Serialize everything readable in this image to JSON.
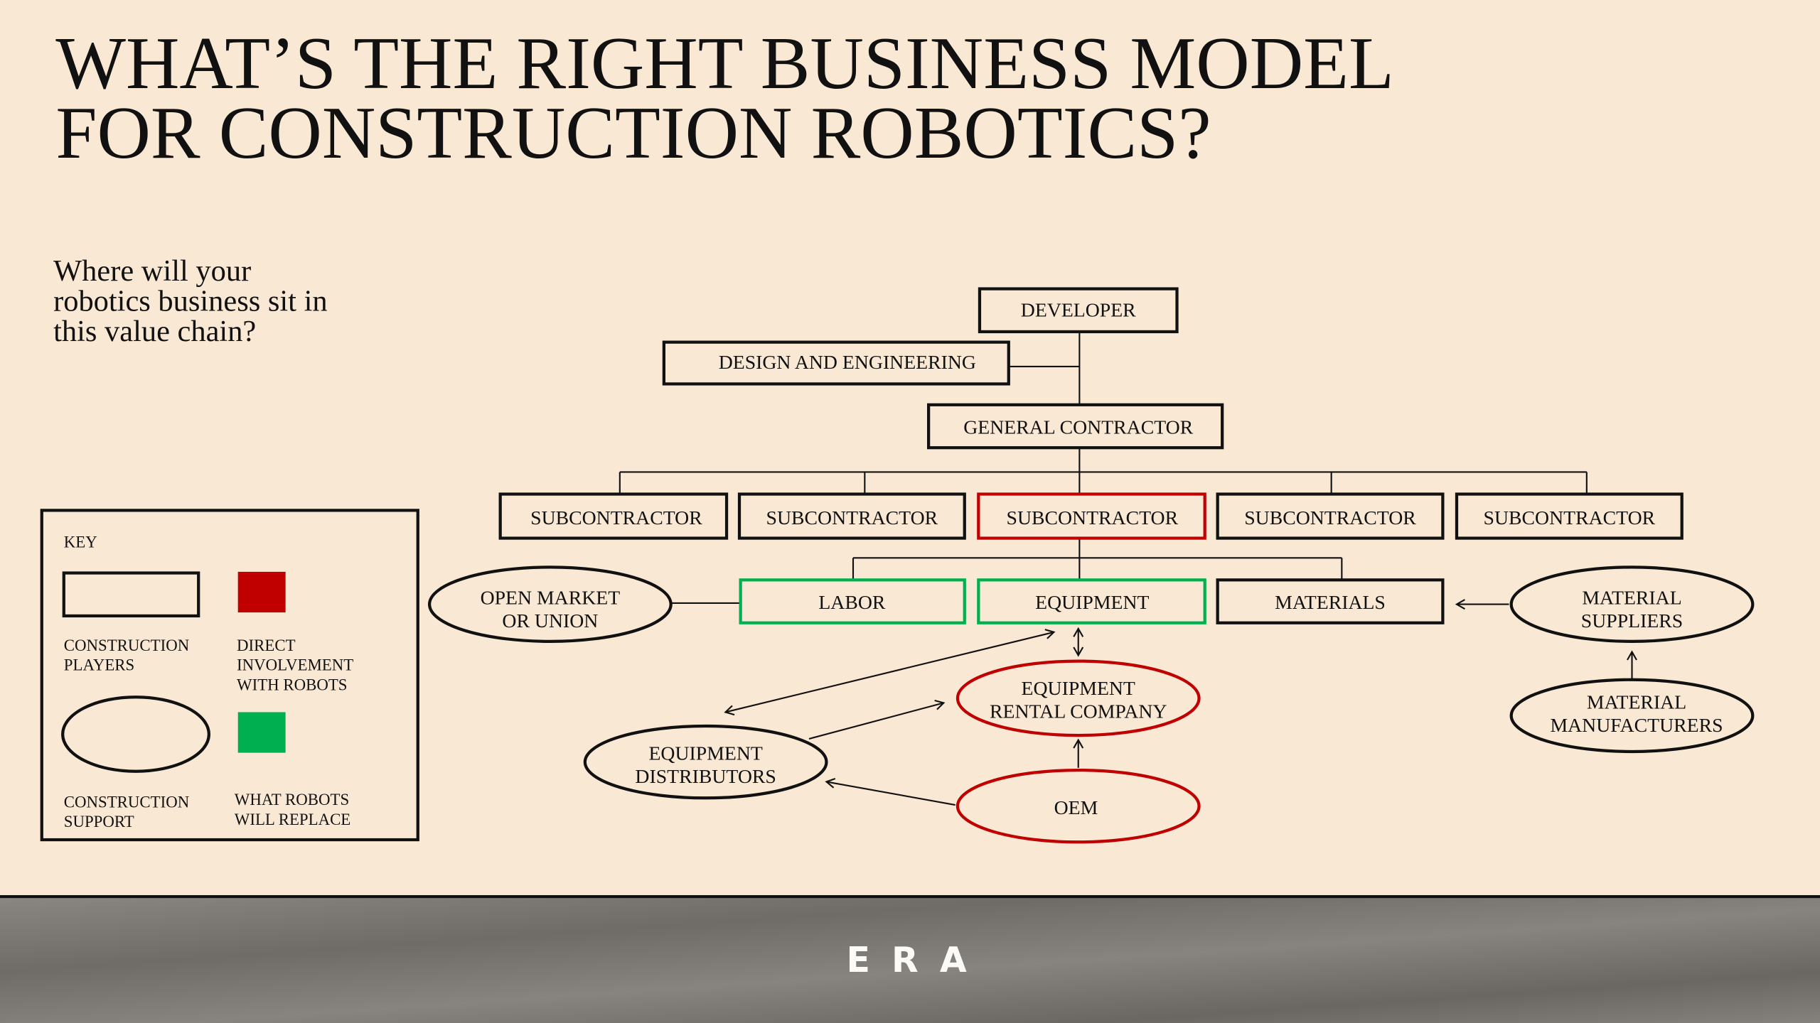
{
  "title": {
    "line1": "WHAT’S THE RIGHT BUSINESS MODEL",
    "line2": "FOR  CONSTRUCTION ROBOTICS?"
  },
  "subtitle": {
    "line1": "Where will your",
    "line2": "robotics business sit in",
    "line3": "this value chain?"
  },
  "colors": {
    "background": "#f9e8d4",
    "red": "#c00000",
    "green": "#00b050",
    "footer": "#77746f"
  },
  "diagram": {
    "developer": "DEVELOPER",
    "design": "DESIGN AND ENGINEERING",
    "general_contractor": "GENERAL CONTRACTOR",
    "subcontractors": [
      "SUBCONTRACTOR",
      "SUBCONTRACTOR",
      "SUBCONTRACTOR",
      "SUBCONTRACTOR",
      "SUBCONTRACTOR"
    ],
    "labor": "LABOR",
    "equipment": "EQUIPMENT",
    "materials": "MATERIALS",
    "open_market": [
      "OPEN MARKET",
      "OR UNION"
    ],
    "material_suppliers": [
      "MATERIAL",
      "SUPPLIERS"
    ],
    "material_manufacturers": [
      "MATERIAL",
      "MANUFACTURERS"
    ],
    "equipment_rental": [
      "EQUIPMENT",
      "RENTAL COMPANY"
    ],
    "equipment_distributors": [
      "EQUIPMENT",
      "DISTRIBUTORS"
    ],
    "oem": "OEM"
  },
  "key": {
    "title": "KEY",
    "players": [
      "CONSTRUCTION",
      "PLAYERS"
    ],
    "direct": [
      "DIRECT",
      "INVOLVEMENT",
      "WITH ROBOTS"
    ],
    "support": [
      "CONSTRUCTION",
      "SUPPORT"
    ],
    "replace": [
      "WHAT ROBOTS",
      "WILL REPLACE"
    ]
  },
  "footer": {
    "logo": "E R A"
  }
}
